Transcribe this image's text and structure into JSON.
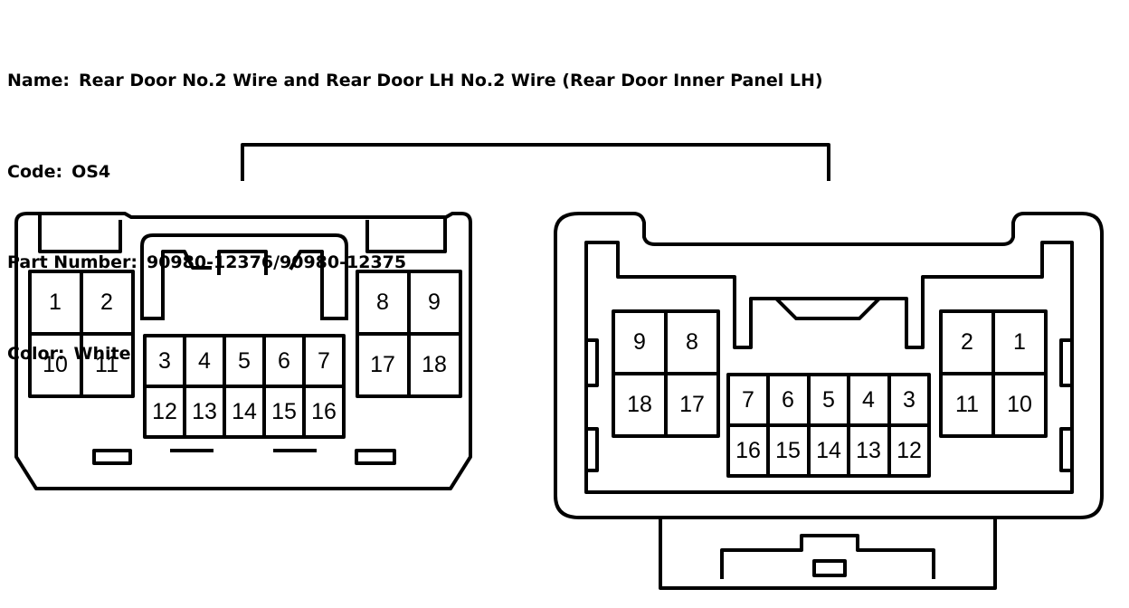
{
  "header": {
    "name_label": "Name:",
    "name_value": "Rear Door No.2 Wire and Rear Door LH No.2 Wire (Rear Door Inner Panel LH)",
    "code_label": "Code:",
    "code_value": "OS4",
    "part_label": "Part Number:",
    "part_value": "90980-12376/90980-12375",
    "color_label": "Color:",
    "color_value": "White"
  },
  "left_connector": {
    "pins": [
      "1",
      "2",
      "10",
      "11",
      "3",
      "4",
      "5",
      "6",
      "7",
      "12",
      "13",
      "14",
      "15",
      "16",
      "8",
      "9",
      "17",
      "18"
    ]
  },
  "right_connector": {
    "pins": [
      "9",
      "8",
      "18",
      "17",
      "7",
      "6",
      "5",
      "4",
      "3",
      "16",
      "15",
      "14",
      "13",
      "12",
      "2",
      "1",
      "11",
      "10"
    ]
  }
}
